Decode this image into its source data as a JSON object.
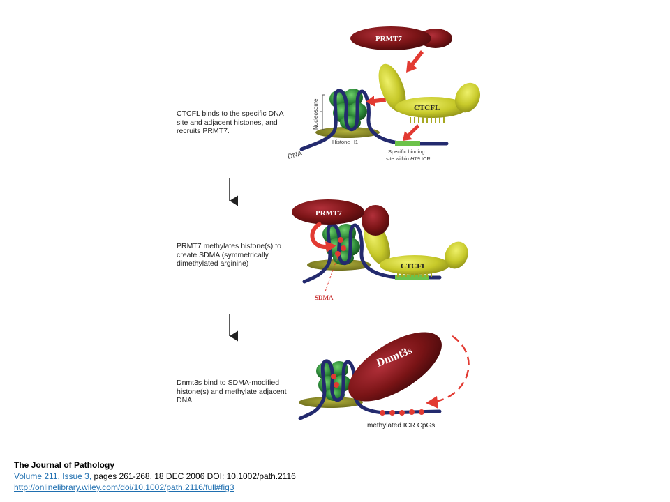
{
  "panel1": {
    "caption": "CTCFL binds to the specific DNA site and adjacent histones, and recruits PRMT7.",
    "prmt7_label": "PRMT7",
    "ctcfl_label": "CTCFL",
    "nucleosome_label": "Nucleosome",
    "histone_label": "Histone H1",
    "dna_label": "DNA",
    "binding_site_line1": "Specific binding",
    "binding_site_line2_prefix": "site within ",
    "binding_site_line2_italic": "H19",
    "binding_site_line2_suffix": " ICR"
  },
  "panel2": {
    "caption": "PRMT7 methylates histone(s) to create SDMA (symmetrically dimethylated arginine)",
    "prmt7_label": "PRMT7",
    "ctcfl_label": "CTCFL",
    "sdma_label": "SDMA"
  },
  "panel3": {
    "caption": "Dnmt3s bind to SDMA-modified histone(s) and methylate adjacent DNA",
    "dnmt3s_label": "Dnmt3s",
    "methylated_label": "methylated ICR CpGs"
  },
  "footer": {
    "journal": "The Journal of Pathology",
    "volume_link": "Volume 211, Issue 3, ",
    "citation": "pages 261-268, 18 DEC 2006 DOI: 10.1002/path.2116",
    "url": "http://onlinelibrary.wiley.com/doi/10.1002/path.2116/full#fig3"
  },
  "colors": {
    "prmt7": "#7a1416",
    "ctcfl": "#c7c92a",
    "nucleosome": "#2e8a3a",
    "dna": "#232a6e",
    "histone": "#8a8a2a",
    "arrow_red": "#e23a32",
    "binding_site": "#6cc24a",
    "sdma_red": "#e23a32"
  }
}
